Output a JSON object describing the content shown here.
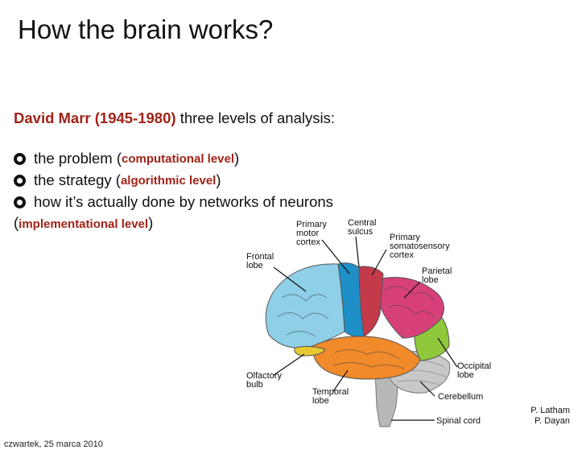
{
  "slide": {
    "title": "How the brain works?",
    "intro_author": "David Marr (1945-1980)",
    "intro_rest": " three levels of analysis:",
    "bullets": [
      {
        "pre": "the problem (",
        "term": "computational level",
        "post": ")"
      },
      {
        "pre": "the strategy (",
        "term": "algorithmic level",
        "post": ")"
      },
      {
        "pre": "how it’s actually done by networks of neurons",
        "term": "",
        "post": ""
      }
    ],
    "cont_pre": "(",
    "cont_term": "implementational level",
    "cont_post": ")"
  },
  "figure": {
    "labels": {
      "primary_motor": [
        "Primary",
        "motor",
        "cortex"
      ],
      "central_sulcus": [
        "Central",
        "sulcus"
      ],
      "somatosensory": [
        "Primary",
        "somatosensory",
        "cortex"
      ],
      "frontal": [
        "Frontal",
        "lobe"
      ],
      "parietal": [
        "Parietal",
        "lobe"
      ],
      "occipital": [
        "Occipital",
        "lobe"
      ],
      "olfactory": [
        "Olfactory",
        "bulb"
      ],
      "temporal": [
        "Temporal",
        "lobe"
      ],
      "cerebellum": [
        "Cerebellum"
      ],
      "spinal": [
        "Spinal cord"
      ]
    },
    "colors": {
      "frontal": "#8fd0e8",
      "motor": "#1f8fc8",
      "somatosensory": "#c43a4a",
      "parietal": "#d8407a",
      "occipital": "#8fc83a",
      "temporal": "#f08a2a",
      "olfactory": "#e8c830",
      "cerebellum": "#c8c8c8",
      "stem": "#b8b8b8"
    }
  },
  "credits": [
    "P. Latham",
    "P. Dayan"
  ],
  "footer": "czwartek, 25 marca 2010"
}
